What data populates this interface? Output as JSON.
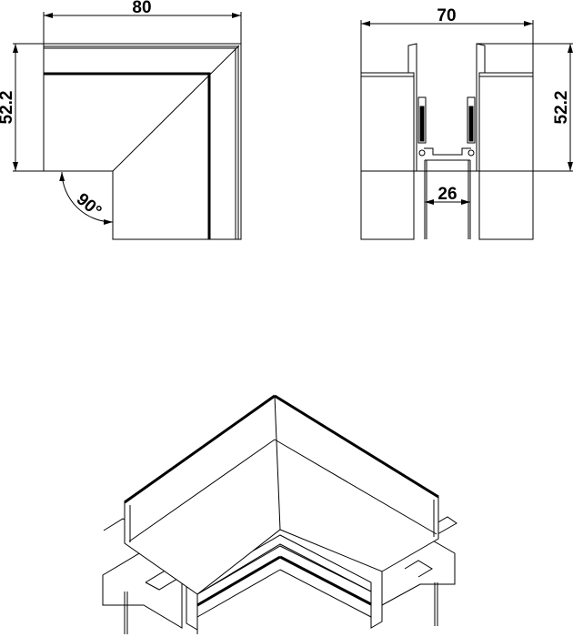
{
  "top_view": {
    "width_dim": "80",
    "height_dim": "52.2",
    "angle_dim": "90°"
  },
  "side_view": {
    "width_dim": "70",
    "height_dim": "52.2",
    "channel_dim": "26"
  },
  "colors": {
    "line": "#000000",
    "background": "#ffffff"
  }
}
